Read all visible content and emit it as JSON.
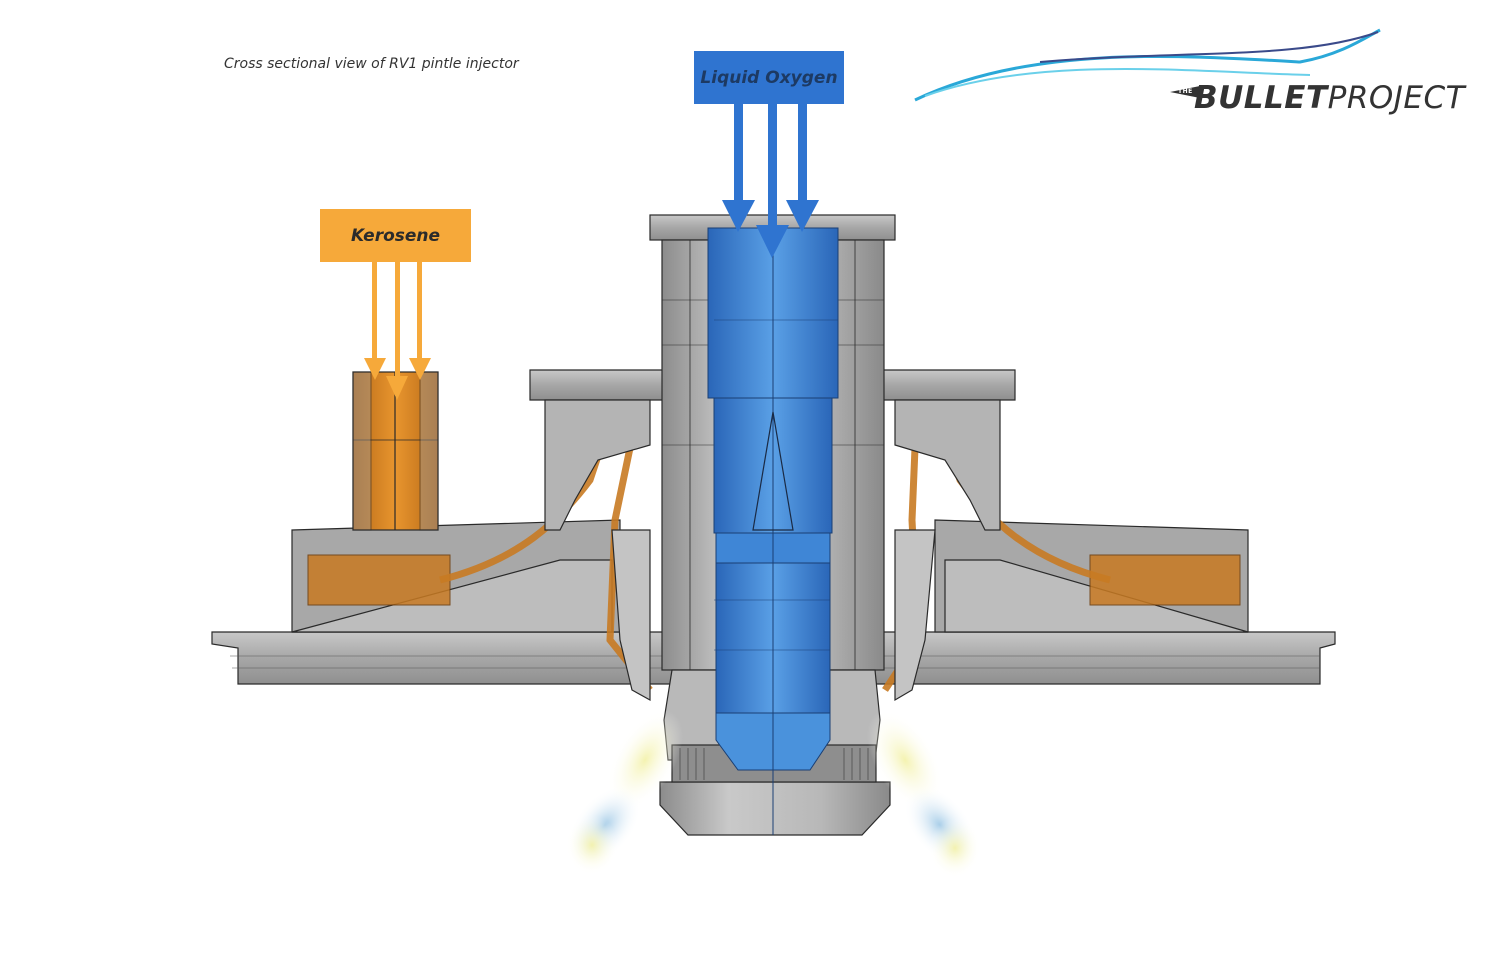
{
  "caption": "Cross sectional view of RV1 pintle injector",
  "labels": {
    "oxidizer": "Liquid Oxygen",
    "fuel": "Kerosene"
  },
  "logo": {
    "prefix": "THE",
    "bold": "BULLET",
    "light": "PROJECT"
  },
  "colors": {
    "oxidizer": "#2f74d0",
    "fuel": "#f4a436",
    "metal": "#9c9c9c",
    "outline": "#2a2a2a"
  }
}
